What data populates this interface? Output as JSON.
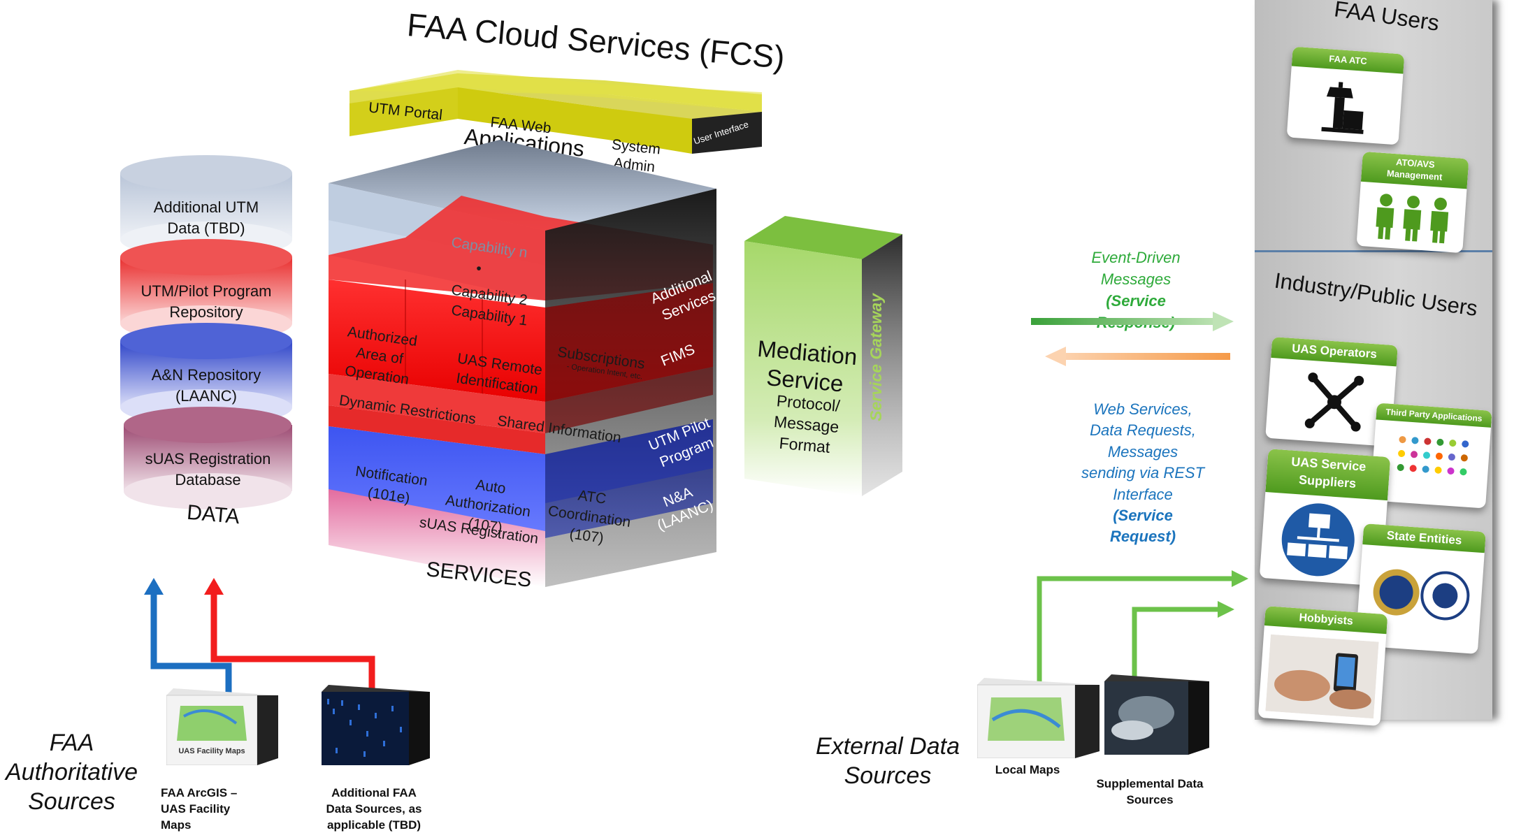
{
  "fcs_title": "FAA Cloud Services (FCS)",
  "applications": {
    "items": [
      "UTM Portal",
      "FAA Web",
      "System\nAdmin"
    ],
    "label": "Applications",
    "side_label": "User Interface"
  },
  "data_stack": {
    "cylinders": [
      {
        "label": "Additional UTM\nData (TBD)",
        "color": "#c9d1df"
      },
      {
        "label": "UTM/Pilot Program\nRepository",
        "color": "#ee4a4a"
      },
      {
        "label": "A&N Repository\n(LAANC)",
        "color": "#4f63d6"
      },
      {
        "label": "sUAS Registration\nDatabase",
        "color": "#b06688"
      }
    ],
    "label": "DATA"
  },
  "services_cube": {
    "capability_n": "Capability n",
    "dot": "•",
    "capability_2": "Capability 2",
    "capability_1": "Capability 1",
    "fims_row": [
      "Authorized\nArea of\nOperation",
      "UAS Remote\nIdentification",
      "Subscriptions"
    ],
    "subscriptions_note": "- Operation Intent, etc.",
    "utm_row": [
      "Dynamic Restrictions",
      "Shared Information"
    ],
    "na_row": [
      "Notification\n(101e)",
      "Auto\nAuthorization\n(107)",
      "ATC\nCoordination\n(107)"
    ],
    "suas_row": "sUAS Registration",
    "side_labels": [
      "Additional\nServices",
      "FIMS",
      "UTM Pilot\nProgram",
      "N&A\n(LAANC)"
    ],
    "label": "SERVICES"
  },
  "mediation": {
    "title": "Mediation\nService",
    "subtitle": "Protocol/\nMessage\nFormat",
    "gateway": "Service Gateway"
  },
  "messages": {
    "response_text": "Event-Driven\nMessages",
    "response_bold": "(Service\nResponse)",
    "request_text": "Web Services,\nData Requests,\nMessages\nsending via REST\nInterface",
    "request_bold": "(Service\nRequest)"
  },
  "faa_users": {
    "title": "FAA Users",
    "cards": [
      "FAA ATC",
      "ATO/AVS\nManagement"
    ]
  },
  "industry_users": {
    "title": "Industry/Public Users",
    "cards": [
      "UAS Operators",
      "Third Party Applications",
      "UAS Service\nSuppliers",
      "State Entities",
      "Hobbyists"
    ]
  },
  "faa_sources": {
    "heading": "FAA\nAuthoritative\nSources",
    "items": [
      {
        "caption": "FAA ArcGIS –\nUAS Facility\nMaps",
        "box_label": "UAS Facility Maps"
      },
      {
        "caption": "Additional FAA\nData Sources, as\napplicable (TBD)"
      }
    ]
  },
  "external_sources": {
    "heading": "External Data\nSources",
    "items": [
      {
        "caption": "Local Maps"
      },
      {
        "caption": "Supplemental Data\nSources"
      }
    ]
  },
  "colors": {
    "arrow_blue": "#1c6fc1",
    "arrow_red": "#f21d1d",
    "arrow_green": "#6cc24a",
    "arrow_orange": "#f59a48",
    "msg_green": "#2eaa3a",
    "msg_blue": "#1b74bd"
  }
}
